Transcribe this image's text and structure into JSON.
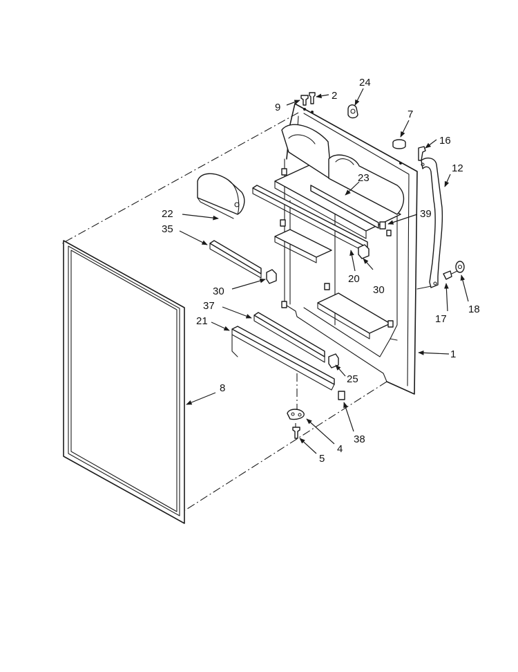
{
  "callouts": {
    "c1": "1",
    "c2": "2",
    "c4": "4",
    "c5": "5",
    "c7": "7",
    "c8": "8",
    "c9": "9",
    "c12": "12",
    "c16": "16",
    "c17": "17",
    "c18": "18",
    "c20": "20",
    "c21": "21",
    "c22": "22",
    "c23": "23",
    "c24": "24",
    "c25": "25",
    "c30a": "30",
    "c30b": "30",
    "c35": "35",
    "c37": "37",
    "c38": "38",
    "c39": "39"
  },
  "colors": {
    "ink": "#1a1a1a",
    "paper": "#ffffff"
  }
}
